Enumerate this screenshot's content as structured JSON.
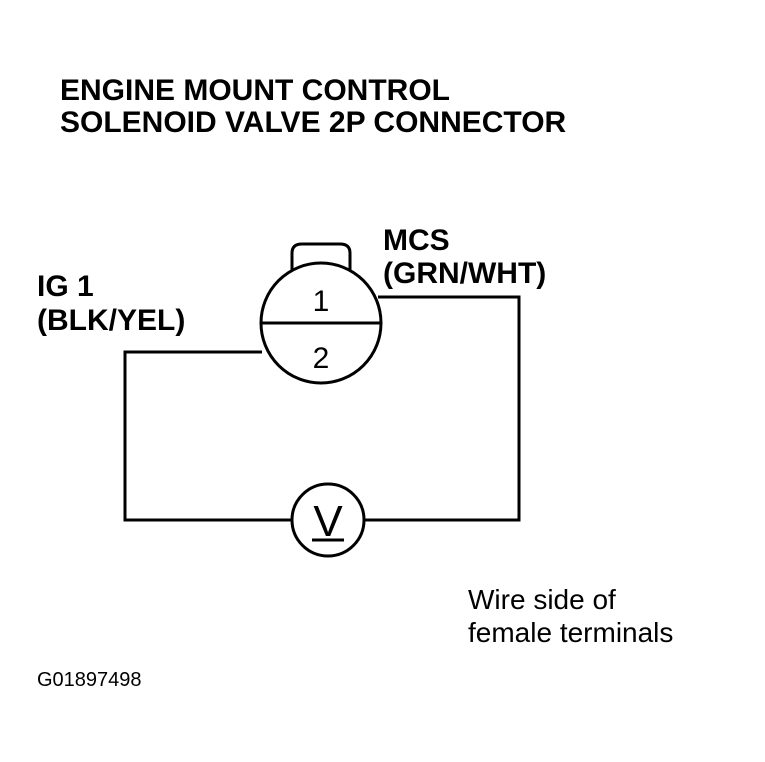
{
  "title": {
    "line1": "ENGINE MOUNT CONTROL",
    "line2": "SOLENOID VALVE 2P CONNECTOR"
  },
  "left_label": {
    "name": "IG 1",
    "wire": "(BLK/YEL)"
  },
  "right_label": {
    "name": "MCS",
    "wire": "(GRN/WHT)"
  },
  "connector": {
    "pin_top": "1",
    "pin_bottom": "2"
  },
  "meter": {
    "symbol": "V",
    "icon": "voltmeter-icon"
  },
  "note": {
    "line1": "Wire side of",
    "line2": "female terminals"
  },
  "figure_id": "G01897498",
  "colors": {
    "line": "#000000",
    "background": "#ffffff"
  }
}
